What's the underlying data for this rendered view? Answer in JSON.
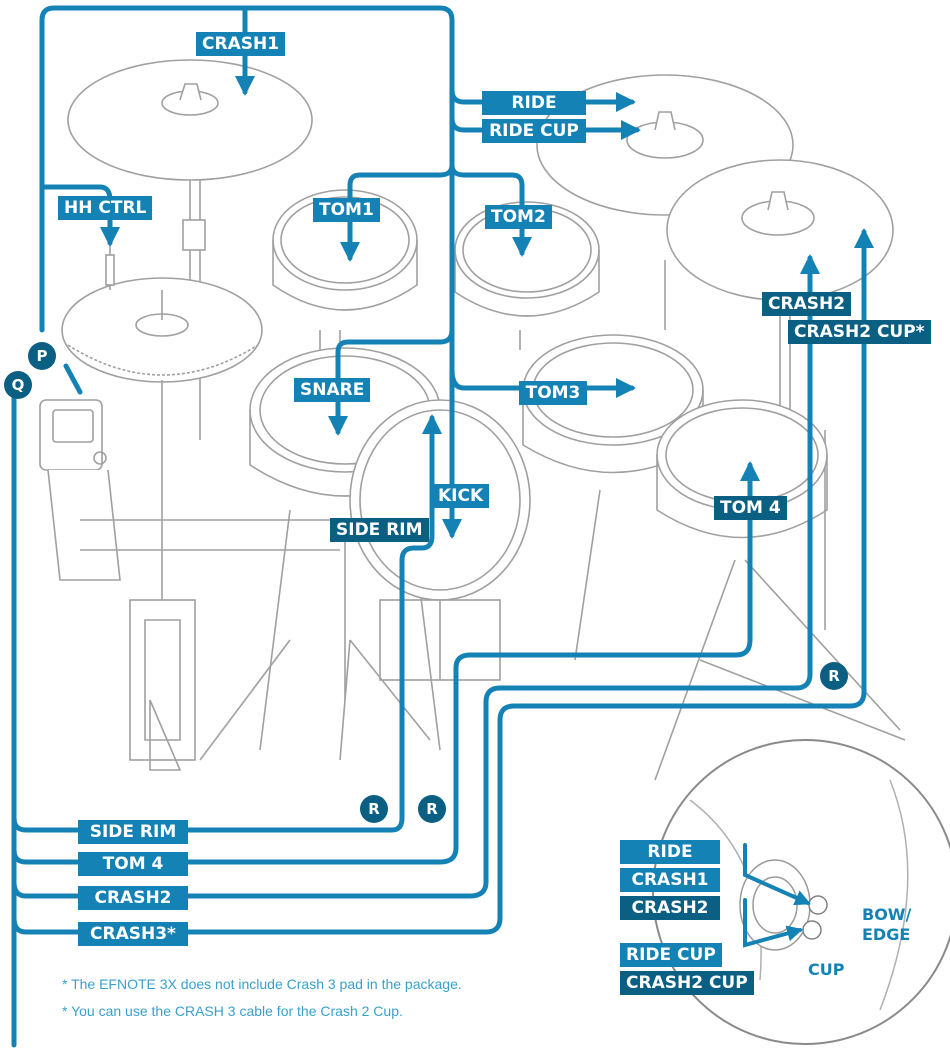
{
  "colors": {
    "label_light": "#1482b4",
    "label_dark": "#0b5f82",
    "cable": "#1482b4",
    "drawing": "#9a9a9a"
  },
  "labels": {
    "crash1": "CRASH1",
    "ride": "RIDE",
    "ride_cup": "RIDE CUP",
    "hh_ctrl": "HH CTRL",
    "tom1": "TOM1",
    "tom2": "TOM2",
    "crash2": "CRASH2",
    "crash2_cup": "CRASH2 CUP*",
    "snare": "SNARE",
    "tom3": "TOM3",
    "kick": "KICK",
    "tom4": "TOM 4",
    "side_rim": "SIDE RIM"
  },
  "badges": {
    "p": "P",
    "q": "Q",
    "r": "R"
  },
  "output_labels": {
    "side_rim": "SIDE RIM",
    "tom4": "TOM 4",
    "crash2": "CRASH2",
    "crash3": "CRASH3*"
  },
  "inset": {
    "ride": "RIDE",
    "crash1": "CRASH1",
    "crash2": "CRASH2",
    "ride_cup": "RIDE CUP",
    "crash2_cup": "CRASH2 CUP",
    "bow_edge_1": "BOW/",
    "bow_edge_2": "EDGE",
    "cup": "CUP"
  },
  "notes": [
    "* The EFNOTE 3X does not include Crash 3 pad in the package.",
    "* You can use the CRASH 3 cable for the Crash 2 Cup."
  ]
}
